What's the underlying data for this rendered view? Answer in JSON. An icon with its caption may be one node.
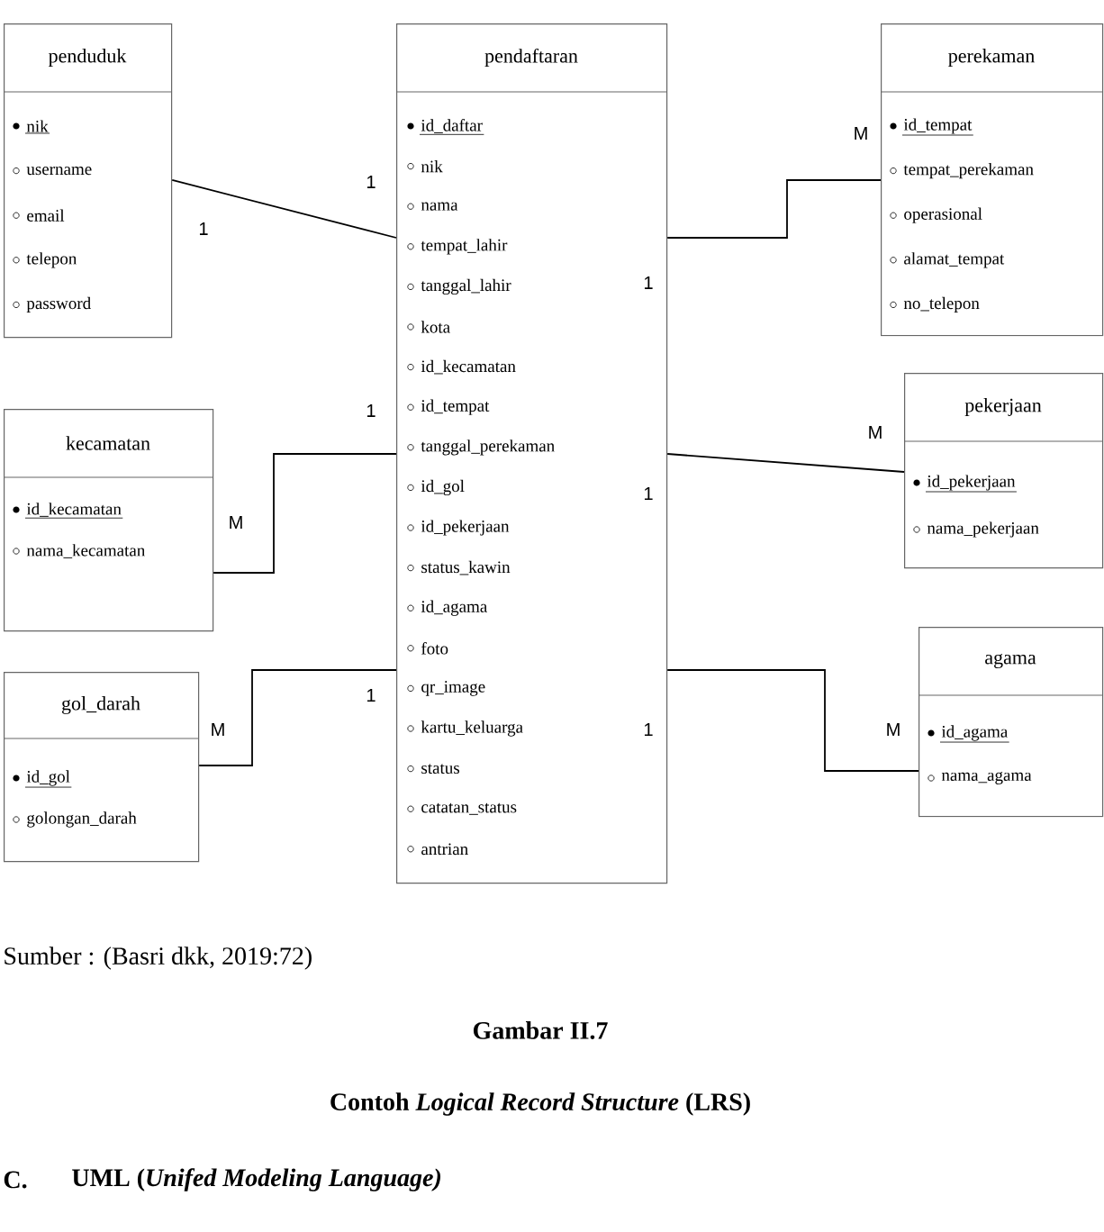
{
  "diagram": {
    "nodes": [
      {
        "text": [
          "penduduk",
          "nik",
          "username",
          "email",
          "telepon",
          "password"
        ]
      },
      {
        "text": [
          "pendaftaran",
          "id_daftar",
          "nik",
          "nama",
          "tempat_lahir",
          "tanggal_lahir",
          "kota",
          "id_kecamatan",
          "id_tempat",
          "tanggal_perekaman",
          "id_gol",
          "id_pekerjaan",
          "status_kawin",
          "id_agama",
          "foto",
          "qr_image",
          "kartu_keluarga",
          "status",
          "catatan_status",
          "antrian"
        ]
      },
      {
        "text": [
          "perekaman",
          "id_tempat",
          "tempat_perekaman",
          "operasional",
          "alamat_tempat",
          "no_telepon"
        ]
      },
      {
        "text": [
          "pekerjaan",
          "id_pekerjaan",
          "nama_pekerjaan"
        ]
      },
      {
        "text": [
          "kecamatan",
          "id_kecamatan",
          "nama_kecamatan"
        ]
      },
      {
        "text": [
          "agama",
          "id_agama",
          "nama_agama"
        ]
      },
      {
        "text": [
          "gol_darah",
          "id_gol",
          "golongan_darah"
        ]
      }
    ],
    "edges": [
      {
        "from": 0,
        "to": 1,
        "arrow": "none"
      },
      {
        "from": 1,
        "to": 2,
        "arrow": "none"
      },
      {
        "from": 1,
        "to": 3,
        "arrow": "none"
      },
      {
        "from": 4,
        "to": 1,
        "arrow": "none"
      },
      {
        "from": 6,
        "to": 1,
        "arrow": "none"
      },
      {
        "from": 1,
        "to": 5,
        "arrow": "none"
      }
    ],
    "labels": [
      "M",
      "1",
      "1",
      "1",
      "1",
      "M",
      "1",
      "M",
      "1",
      "M",
      "1",
      "M",
      "Sumber : (Basri dkk, 2019:72)",
      "Gambar II.7",
      "Contoh *Logical Record Structure* (LRS)",
      "C.",
      "UML (*Unifed Modeling Language)*"
    ]
  }
}
